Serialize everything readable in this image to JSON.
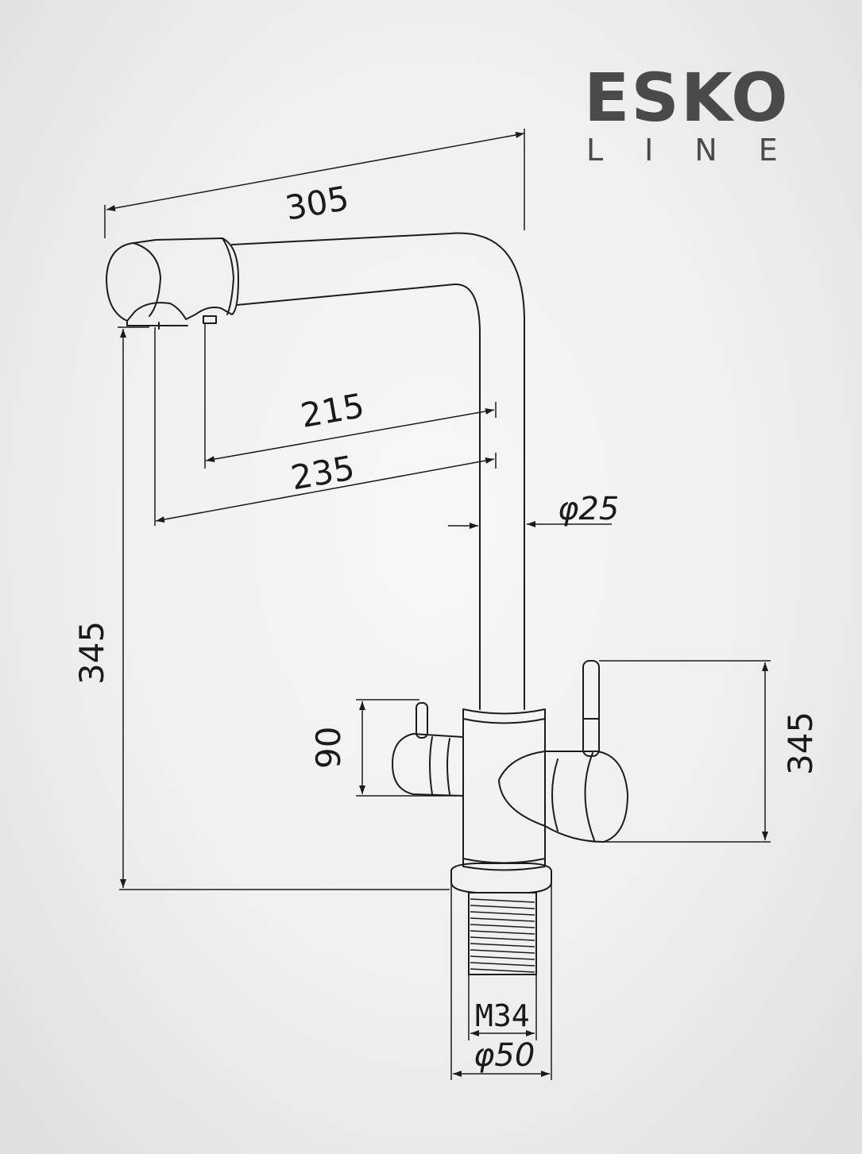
{
  "logo": {
    "line1": "ESKO",
    "line2": "LINE"
  },
  "dimensions": {
    "total_length": "305",
    "spout_reach_1": "215",
    "spout_reach_2": "235",
    "pipe_diameter": "φ25",
    "total_height": "345",
    "lever_height_left": "90",
    "lever_height_right": "345",
    "thread": "M34",
    "base_diameter": "φ50"
  },
  "colors": {
    "line": "#1c1c1c",
    "logo": "#4a4a4a"
  }
}
